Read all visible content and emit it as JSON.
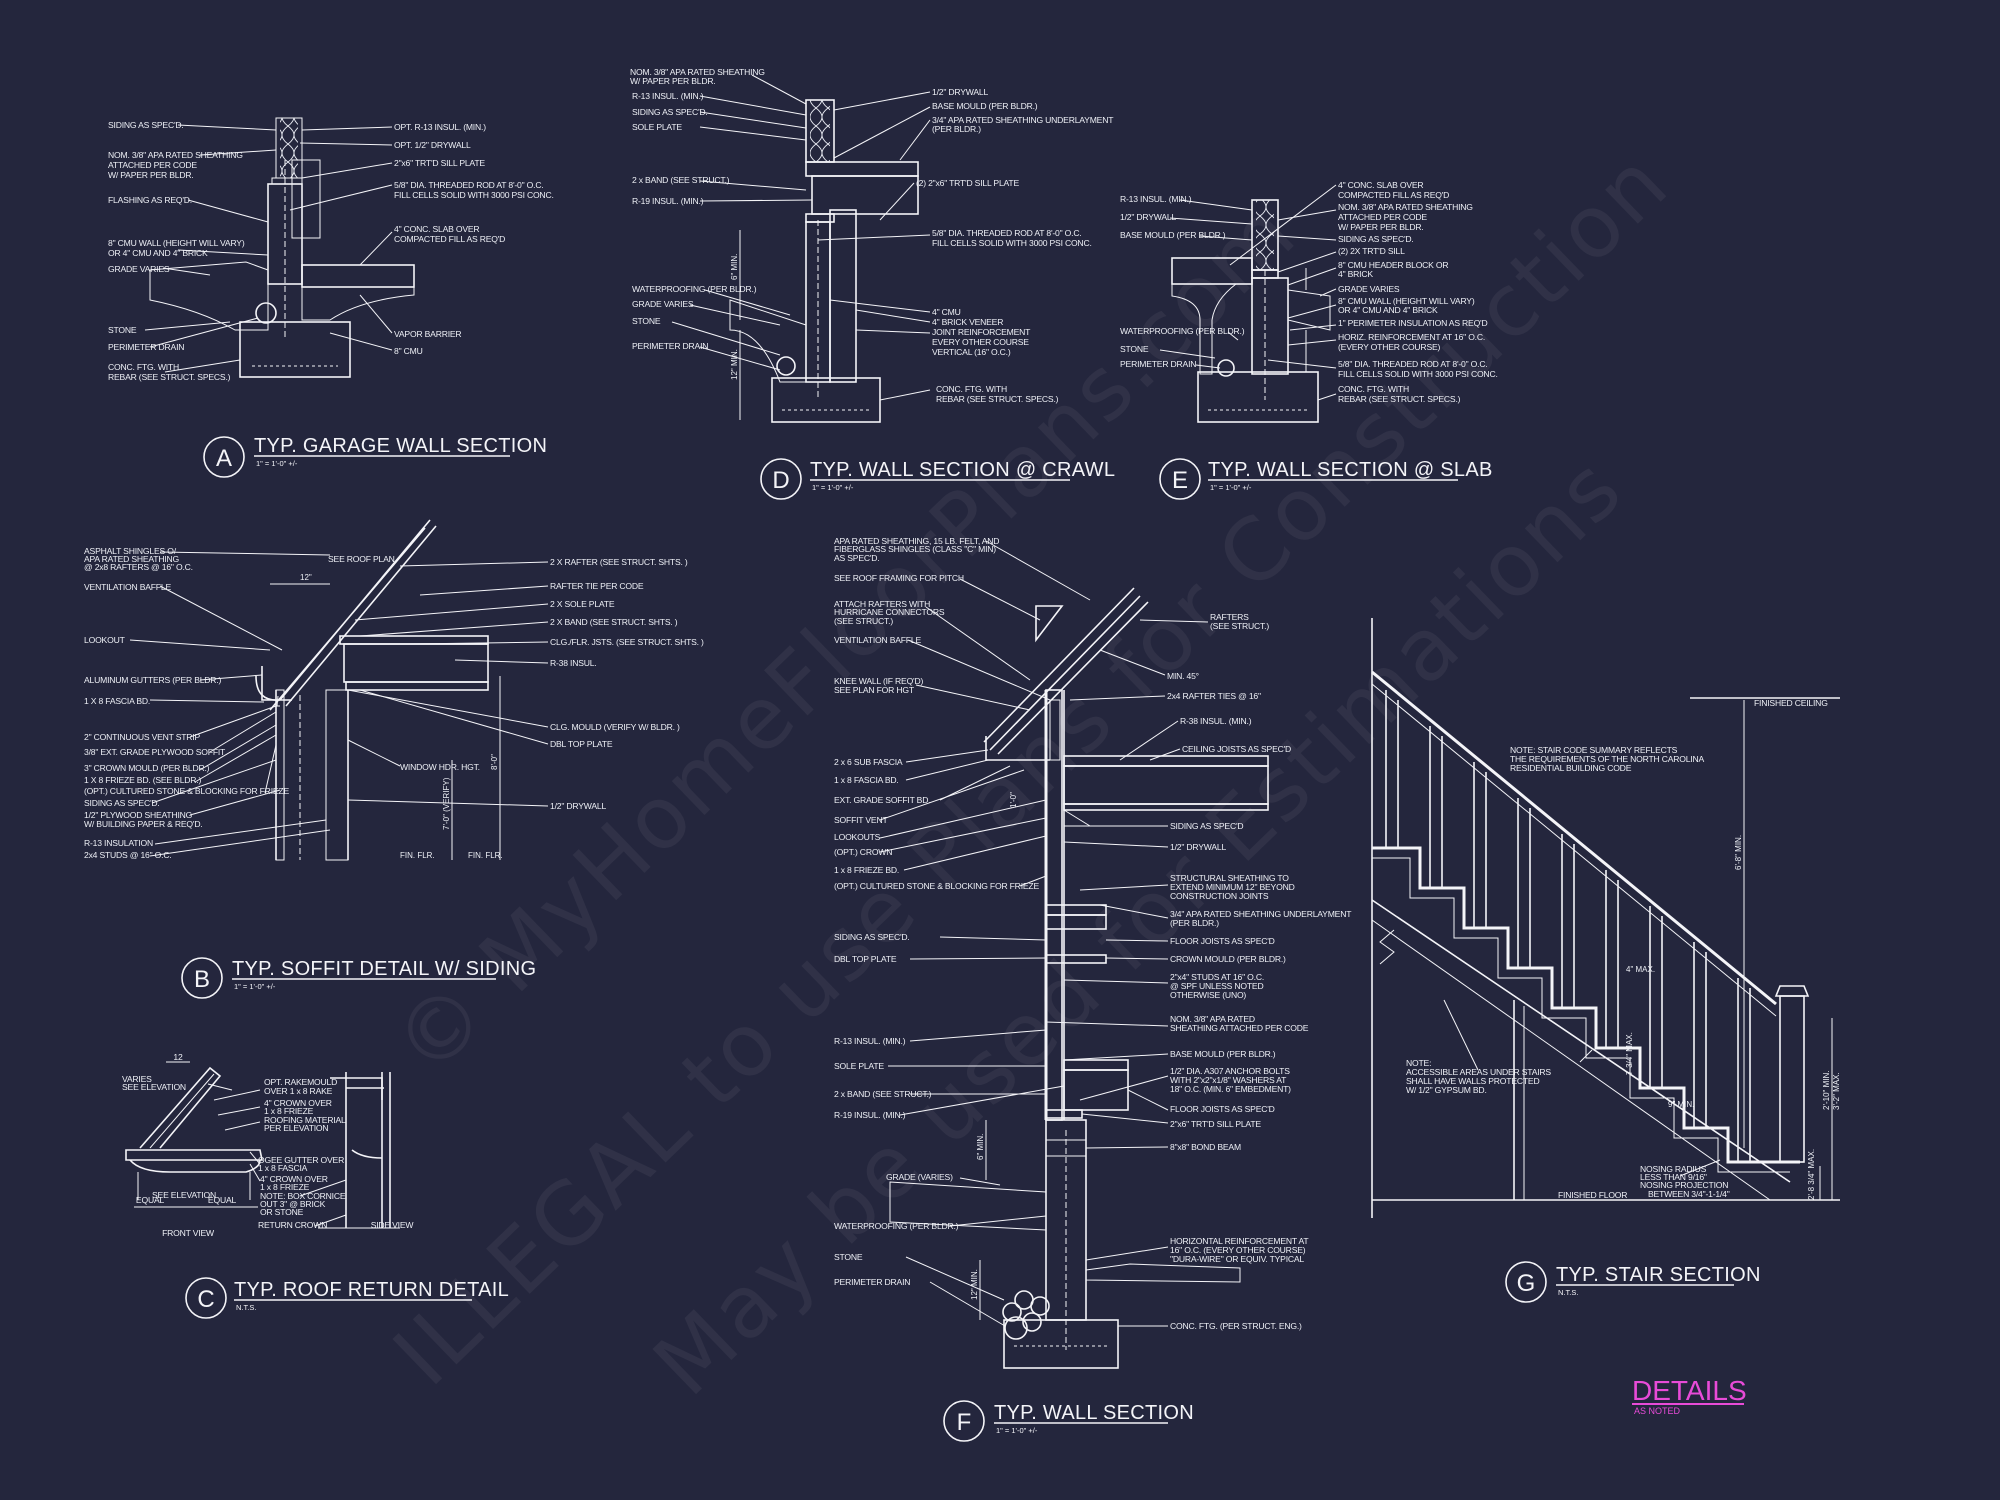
{
  "watermark": {
    "line1": "© MyHomeFloorPlans.com",
    "line2": "ILLEGAL to use Plans for Construction",
    "line3": "May be used for Estimations"
  },
  "sheet_title": {
    "label": "DETAILS",
    "sub": "AS NOTED"
  },
  "details": {
    "A": {
      "bubble": "A",
      "title": "TYP. GARAGE WALL SECTION",
      "scale": "1\" = 1'-0\" +/-",
      "left_notes": [
        "SIDING AS SPEC'D.",
        "NOM. 3/8\" APA RATED SHEATHING",
        "ATTACHED PER CODE",
        "W/ PAPER PER BLDR.",
        "FLASHING AS REQ'D.",
        "8\" CMU WALL (HEIGHT WILL VARY)",
        "OR 4\" CMU AND 4\" BRICK",
        "GRADE VARIES",
        "STONE",
        "PERIMETER DRAIN",
        "CONC. FTG. WITH",
        "REBAR (SEE STRUCT. SPECS.)"
      ],
      "right_notes": [
        "OPT. R-13 INSUL. (MIN.)",
        "OPT. 1/2\" DRYWALL",
        "2\"x6\" TRT'D SILL PLATE",
        "5/8\" DIA. THREADED ROD AT 8'-0\" O.C.",
        "FILL CELLS SOLID WITH 3000 PSI CONC.",
        "4\" CONC. SLAB OVER",
        "COMPACTED FILL AS REQ'D",
        "VAPOR BARRIER",
        "8\" CMU"
      ]
    },
    "D": {
      "bubble": "D",
      "title": "TYP. WALL SECTION @ CRAWL",
      "scale": "1\" = 1'-0\" +/-",
      "left_notes": [
        "NOM. 3/8\" APA RATED SHEATHING",
        "W/ PAPER PER BLDR.",
        "R-13 INSUL. (MIN.)",
        "SIDING AS SPEC'D.",
        "SOLE PLATE",
        "2 x BAND (SEE STRUCT.)",
        "R-19 INSUL. (MIN.)",
        "WATERPROOFING (PER BLDR.)",
        "GRADE VARIES",
        "STONE",
        "PERIMETER DRAIN"
      ],
      "right_notes": [
        "1/2\" DRYWALL",
        "BASE MOULD (PER BLDR.)",
        "3/4\" APA RATED SHEATHING UNDERLAYMENT",
        "(PER BLDR.)",
        "(2) 2\"x6\" TRT'D SILL PLATE",
        "5/8\" DIA. THREADED ROD AT 8'-0\" O.C.",
        "FILL CELLS SOLID WITH 3000 PSI CONC.",
        "4\" CMU",
        "4\" BRICK VENEER",
        "JOINT REINFORCEMENT",
        "EVERY OTHER COURSE",
        "VERTICAL (16\" O.C.)",
        "CONC. FTG. WITH",
        "REBAR (SEE STRUCT. SPECS.)"
      ],
      "dims": [
        "6\" MIN.",
        "12\" MIN."
      ]
    },
    "E": {
      "bubble": "E",
      "title": "TYP. WALL SECTION @ SLAB",
      "scale": "1\" = 1'-0\" +/-",
      "left_notes": [
        "R-13 INSUL. (MIN.)",
        "1/2\" DRYWALL",
        "BASE MOULD (PER BLDR.)",
        "WATERPROOFING (PER BLDR.)",
        "STONE",
        "PERIMETER DRAIN"
      ],
      "right_notes": [
        "4\" CONC. SLAB OVER",
        "COMPACTED FILL AS REQ'D",
        "NOM. 3/8\" APA RATED SHEATHING",
        "ATTACHED PER CODE",
        "W/ PAPER PER BLDR.",
        "SIDING AS SPEC'D.",
        "(2) 2X TRT'D SILL",
        "8\" CMU HEADER BLOCK OR",
        "4\" BRICK",
        "GRADE VARIES",
        "8\" CMU WALL (HEIGHT WILL VARY)",
        "OR 4\" CMU AND 4\" BRICK",
        "1\" PERIMETER INSULATION AS REQ'D",
        "HORIZ. REINFORCEMENT AT 16\" O.C.",
        "(EVERY OTHER COURSE)",
        "5/8\" DIA. THREADED ROD AT 8'-0\" O.C.",
        "FILL CELLS SOLID WITH 3000 PSI CONC.",
        "CONC. FTG. WITH",
        "REBAR (SEE STRUCT. SPECS.)"
      ]
    },
    "B": {
      "bubble": "B",
      "title": "TYP. SOFFIT DETAIL W/ SIDING",
      "scale": "1\" = 1'-0\" +/-",
      "left_notes": [
        "ASPHALT SHINGLES O/",
        "APA RATED SHEATHING",
        "@ 2x8 RAFTERS @ 16\" O.C.",
        "VENTILATION BAFFLE",
        "LOOKOUT",
        "ALUMINUM GUTTERS (PER BLDR.)",
        "1 X 8 FASCIA BD.",
        "2\" CONTINUOUS VENT STRIP",
        "3/8\" EXT. GRADE PLYWOOD SOFFIT",
        "3\" CROWN MOULD (PER BLDR.)",
        "1 X 8 FRIEZE BD. (SEE BLDR.)",
        "(OPT.) CULTURED STONE & BLOCKING FOR FRIEZE",
        "SIDING AS SPEC'D.",
        "1/2\" PLYWOOD SHEATHING",
        "W/ BUILDING PAPER & REQ'D.",
        "R-13 INSULATION",
        "2x4 STUDS @ 16\" O.C."
      ],
      "right_notes": [
        "SEE ROOF PLAN",
        "2 X RAFTER (SEE STRUCT. SHTS. )",
        "RAFTER TIE PER CODE",
        "2 X SOLE PLATE",
        "2 X BAND (SEE STRUCT. SHTS. )",
        "CLG./FLR. JSTS. (SEE STRUCT. SHTS. )",
        "R-38 INSUL.",
        "CLG. MOULD (VERIFY W/ BLDR. )",
        "DBL TOP PLATE",
        "WINDOW HDR. HGT.",
        "1/2\" DRYWALL"
      ],
      "dims": [
        "12\"",
        "8'-0\"",
        "7'-0\" (VERIFY)",
        "FIN. FLR.",
        "FIN. FLR."
      ]
    },
    "C": {
      "bubble": "C",
      "title": "TYP. ROOF RETURN DETAIL",
      "scale": "N.T.S.",
      "notes": [
        "VARIES",
        "SEE ELEVATION",
        "OPT. RAKEMOULD",
        "OVER 1 x 8 RAKE",
        "4\" CROWN OVER",
        "1 x 8 FRIEZE",
        "ROOFING MATERIAL",
        "PER ELEVATION",
        "OGEE GUTTER OVER",
        "1 x 8 FASCIA",
        "4\" CROWN OVER",
        "1 x 8 FRIEZE",
        "NOTE: BOX CORNICE",
        "OUT 3\" @ BRICK",
        "OR STONE",
        "RETURN CROWN",
        "EQUAL",
        "SEE ELEVATION",
        "EQUAL",
        "FRONT VIEW",
        "SIDE VIEW",
        "12"
      ]
    },
    "F": {
      "bubble": "F",
      "title": "TYP. WALL SECTION",
      "scale": "1\" = 1'-0\" +/-",
      "left_notes": [
        "APA RATED SHEATHING, 15 LB. FELT, AND",
        "FIBERGLASS SHINGLES (CLASS \"C\" MIN)",
        "AS SPEC'D.",
        "SEE ROOF FRAMING FOR PITCH",
        "ATTACH RAFTERS WITH",
        "HURRICANE CONNECTORS",
        "(SEE STRUCT.)",
        "VENTILATION BAFFLE",
        "KNEE WALL (IF REQ'D)",
        "SEE PLAN FOR HGT",
        "2 x 6 SUB FASCIA",
        "1 x 8 FASCIA BD.",
        "EXT. GRADE SOFFIT BD.",
        "SOFFIT VENT",
        "LOOKOUTS",
        "(OPT.) CROWN",
        "1 x 8 FRIEZE BD.",
        "(OPT.) CULTURED STONE & BLOCKING FOR FRIEZE",
        "SIDING AS SPEC'D.",
        "DBL TOP PLATE",
        "R-13 INSUL. (MIN.)",
        "SOLE PLATE",
        "2 x BAND (SEE STRUCT.)",
        "R-19 INSUL. (MIN.)",
        "GRADE (VARIES)",
        "WATERPROOFING (PER BLDR.)",
        "STONE",
        "PERIMETER DRAIN"
      ],
      "right_notes": [
        "RAFTERS",
        "(SEE STRUCT.)",
        "MIN. 45°",
        "2x4 RAFTER TIES @ 16\"",
        "R-38 INSUL. (MIN.)",
        "CEILING JOISTS AS SPEC'D",
        "SIDING AS SPEC'D",
        "1/2\" DRYWALL",
        "STRUCTURAL SHEATHING TO",
        "EXTEND MINIMUM 12\" BEYOND",
        "CONSTRUCTION JOINTS",
        "3/4\" APA RATED SHEATHING UNDERLAYMENT",
        "(PER BLDR.)",
        "FLOOR JOISTS AS SPEC'D",
        "CROWN MOULD (PER BLDR.)",
        "2\"x4\" STUDS AT 16\" O.C.",
        "@ SPF UNLESS NOTED",
        "OTHERWISE (UNO)",
        "NOM. 3/8\" APA RATED",
        "SHEATHING ATTACHED PER CODE",
        "BASE MOULD (PER BLDR.)",
        "1/2\" DIA. A307 ANCHOR BOLTS",
        "WITH 2\"x2\"x1/8\" WASHERS AT",
        "18\" O.C. (MIN. 6\" EMBEDMENT)",
        "FLOOR JOISTS AS SPEC'D",
        "2\"x6\" TRT'D SILL PLATE",
        "8\"x8\" BOND BEAM",
        "HORIZONTAL REINFORCEMENT AT",
        "16\" O.C. (EVERY OTHER COURSE)",
        "\"DURA-WIRE\" OR EQUIV. TYPICAL",
        "CONC. FTG. (PER STRUCT. ENG.)"
      ],
      "dims": [
        "1'-0\"",
        "6\" MIN.",
        "12\" MIN."
      ]
    },
    "G": {
      "bubble": "G",
      "title": "TYP. STAIR SECTION",
      "scale": "N.T.S.",
      "notes": [
        "NOTE: STAIR CODE SUMMARY REFLECTS",
        "THE REQUIREMENTS OF THE NORTH CAROLINA",
        "RESIDENTIAL BUILDING CODE",
        "FINISHED CEILING",
        "NOTE:",
        "ACCESSIBLE AREAS UNDER STAIRS",
        "SHALL HAVE WALLS PROTECTED",
        "W/ 1/2\" GYPSUM BD.",
        "NOSING RADIUS",
        "LESS THAN 9/16\"",
        "NOSING PROJECTION",
        "BETWEEN 3/4\"-1-1/4\"",
        "FINISHED FLOOR"
      ],
      "dims": [
        "6'-8\" MIN.",
        "4\" MAX.",
        "7-3/4\" MAX.",
        "9\" MIN.",
        "2'-10\" MIN.",
        "3'-2\" MAX.",
        "2'-8 3/4\" MAX."
      ]
    }
  }
}
